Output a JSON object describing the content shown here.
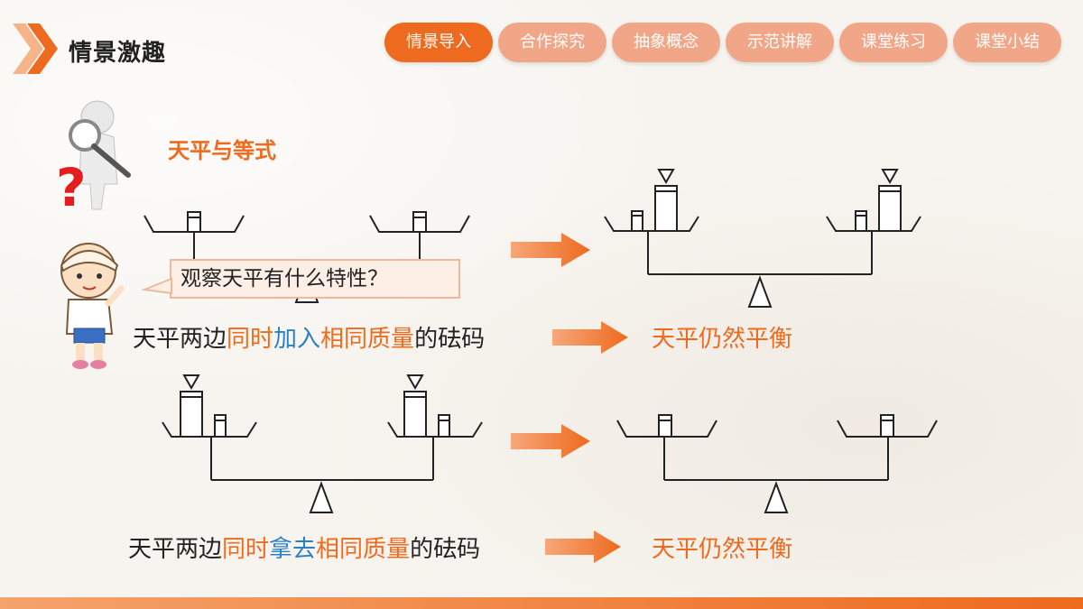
{
  "header": {
    "title": "情景激趣",
    "tabs": [
      {
        "label": "情景导入",
        "active": true
      },
      {
        "label": "合作探究",
        "active": false
      },
      {
        "label": "抽象概念",
        "active": false
      },
      {
        "label": "示范讲解",
        "active": false
      },
      {
        "label": "课堂练习",
        "active": false
      },
      {
        "label": "课堂小结",
        "active": false
      }
    ]
  },
  "main": {
    "subtitle": "天平与等式",
    "question": "观察天平有什么特性？",
    "rule1": {
      "p1": "天平两边",
      "p2": "同时",
      "p3": "加入",
      "p4": "相同质量",
      "p5": "的砝码",
      "result": "天平仍然平衡"
    },
    "rule2": {
      "p1": "天平两边",
      "p2": "同时",
      "p3": "拿去",
      "p4": "相同质量",
      "p5": "的砝码",
      "result": "天平仍然平衡"
    }
  },
  "colors": {
    "accent": "#ee6a1e",
    "tab_inactive": "#f2a688",
    "highlight_blue": "#2a7fc9"
  },
  "icons": [
    "chevron-logo-icon",
    "magnifier-person-icon",
    "girl-avatar-icon",
    "right-arrow-icon"
  ]
}
